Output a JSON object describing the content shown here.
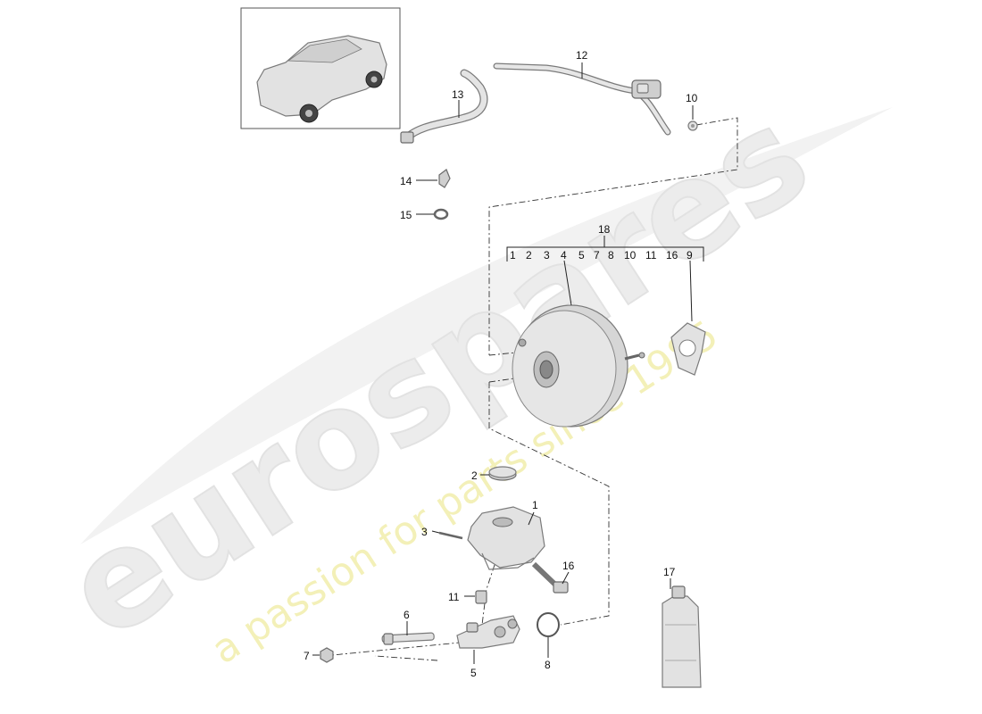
{
  "watermark": {
    "brand": "eurospares",
    "tagline": "a passion for parts since 1985"
  },
  "callouts": {
    "p1": "1",
    "p2": "2",
    "p3": "3",
    "p5": "5",
    "p6": "6",
    "p7": "7",
    "p8": "8",
    "p10": "10",
    "p11": "11",
    "p12": "12",
    "p13": "13",
    "p14": "14",
    "p15": "15",
    "p16": "16",
    "p17": "17",
    "p18": "18"
  },
  "kit_18_contents": [
    "1",
    "2",
    "3",
    "4",
    "5",
    "7",
    "8",
    "10",
    "11",
    "16",
    "9"
  ]
}
